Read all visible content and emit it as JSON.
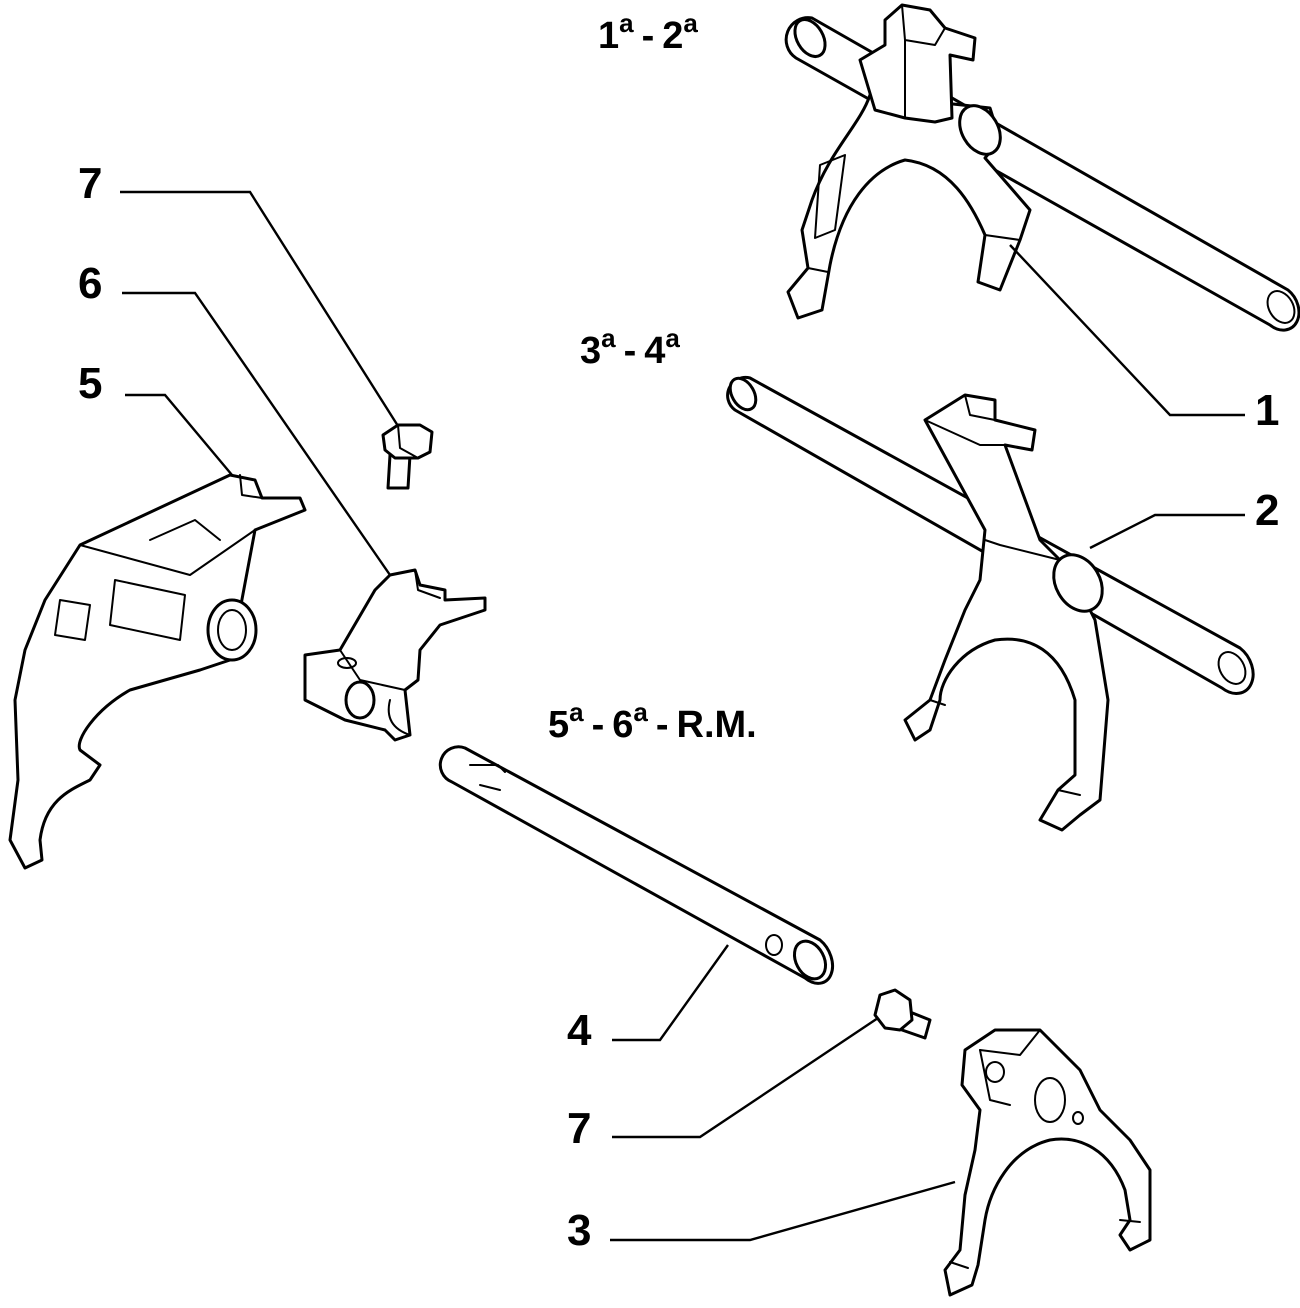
{
  "groups": {
    "g12": {
      "a": "1",
      "b": "2",
      "sup": "a"
    },
    "g34": {
      "a": "3",
      "b": "4",
      "sup": "a"
    },
    "g56": {
      "a": "5",
      "b": "6",
      "sup": "a",
      "suffix": "R.M."
    }
  },
  "separator": "-",
  "callouts": [
    "1",
    "2",
    "3",
    "4",
    "5",
    "6",
    "7",
    "7"
  ]
}
